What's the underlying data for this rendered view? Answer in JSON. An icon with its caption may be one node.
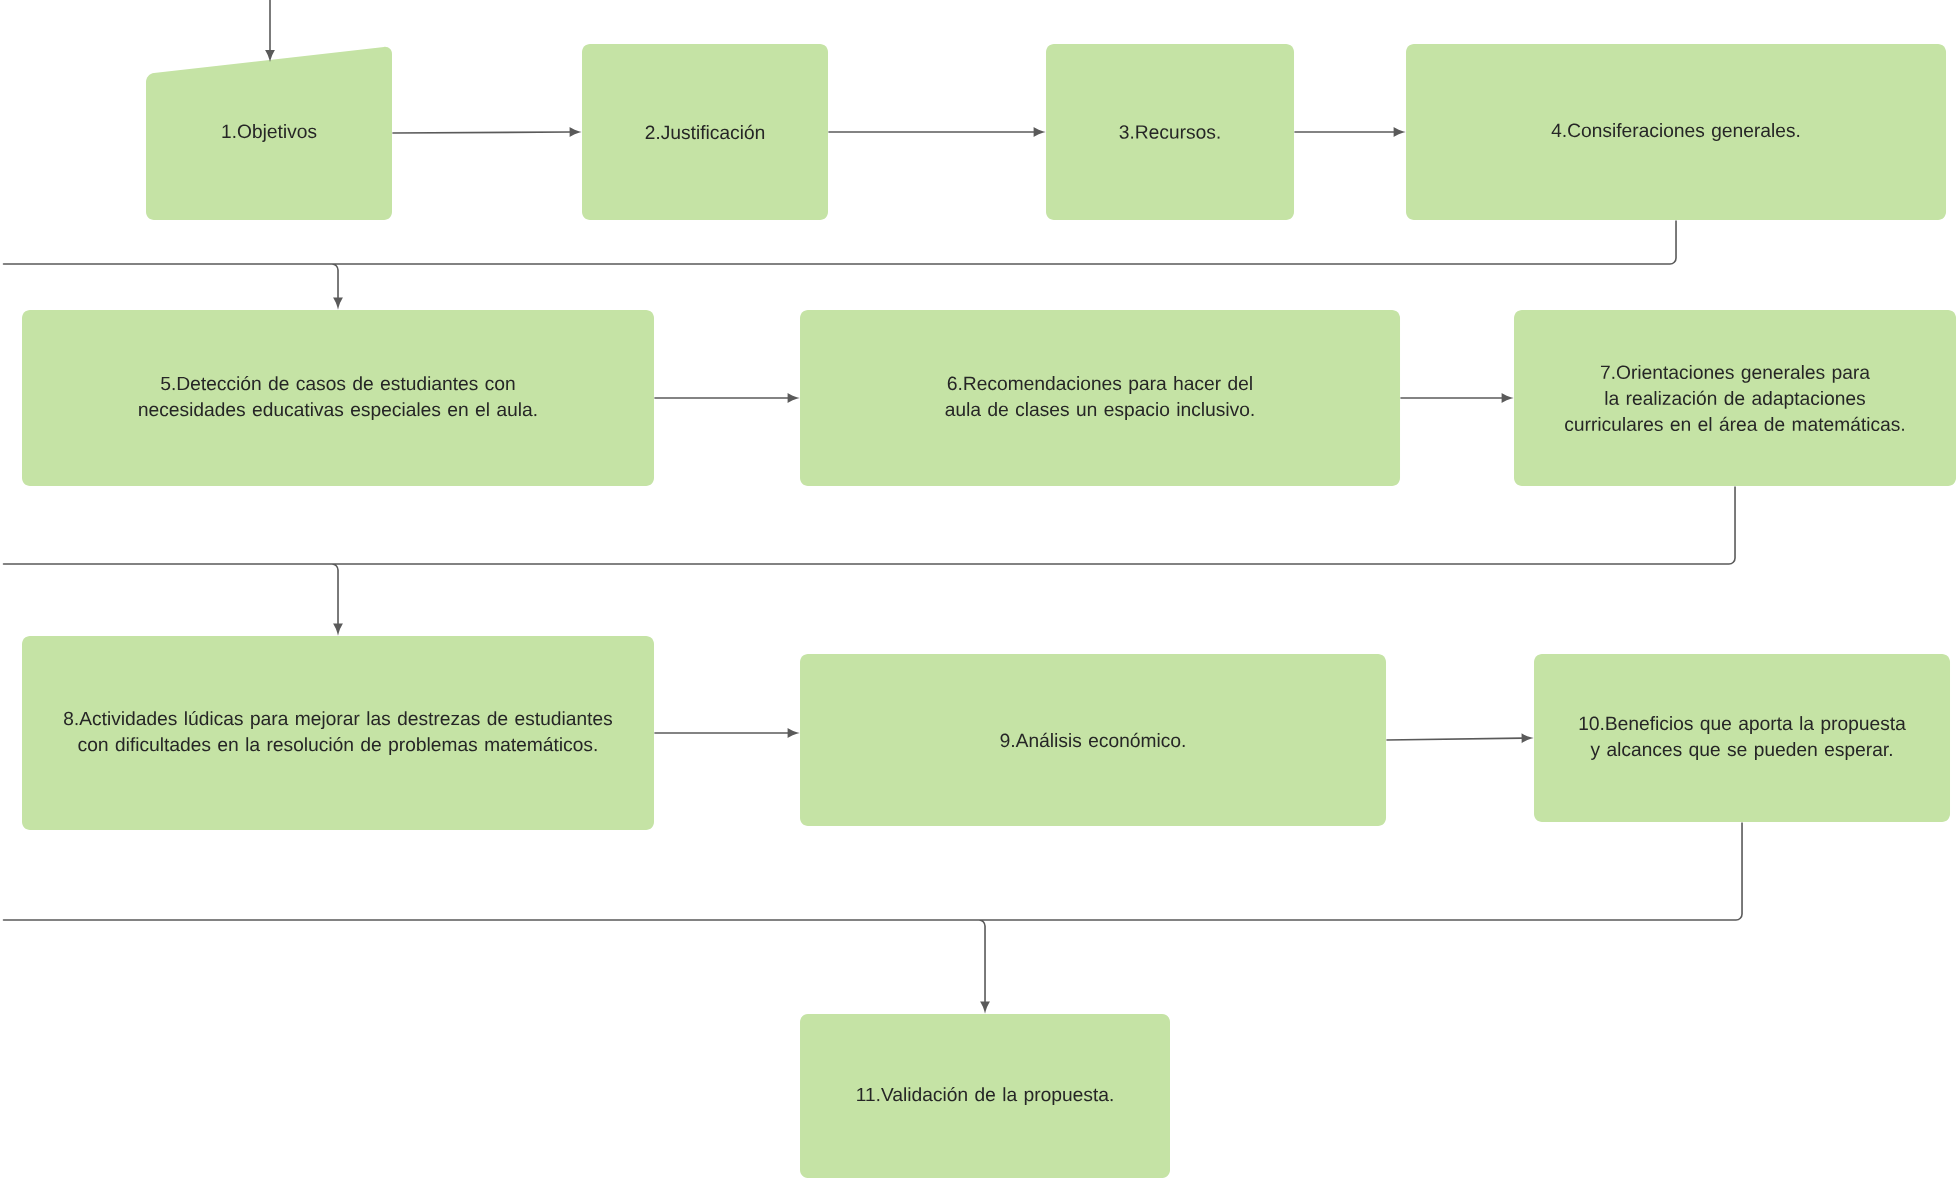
{
  "diagram": {
    "nodes": [
      {
        "text": [
          "1.Objetivos"
        ]
      },
      {
        "text": [
          "2.Justificación"
        ]
      },
      {
        "text": [
          "3.Recursos."
        ]
      },
      {
        "text": [
          "4.Consiferaciones generales."
        ]
      },
      {
        "text": [
          "5.Detección de casos de estudiantes con necesidades educativas especiales en el aula."
        ]
      },
      {
        "text": [
          "6.Recomendaciones para hacer del aula de clases un espacio inclusivo."
        ]
      },
      {
        "text": [
          "7.Orientaciones generales para la realización de adaptaciones curriculares en el área de matemáticas."
        ]
      },
      {
        "text": [
          "8.Actividades lúdicas para mejorar las destrezas de estudiantes con dificultades en la resolución de problemas matemáticos."
        ]
      },
      {
        "text": [
          "9.Análisis económico."
        ]
      },
      {
        "text": [
          "10.Beneficios que aporta la propuesta y alcances que se pueden esperar."
        ]
      },
      {
        "text": [
          "11.Validación de la propuesta."
        ]
      }
    ],
    "edges": [
      {
        "from": null,
        "to": 0,
        "arrow": "to"
      },
      {
        "from": 0,
        "to": 1,
        "arrow": "to"
      },
      {
        "from": 1,
        "to": 2,
        "arrow": "to"
      },
      {
        "from": 2,
        "to": 3,
        "arrow": "to"
      },
      {
        "from": 3,
        "to": 4,
        "arrow": "to"
      },
      {
        "from": 4,
        "to": 5,
        "arrow": "to"
      },
      {
        "from": 5,
        "to": 6,
        "arrow": "to"
      },
      {
        "from": 6,
        "to": 7,
        "arrow": "to"
      },
      {
        "from": 7,
        "to": 8,
        "arrow": "to"
      },
      {
        "from": 8,
        "to": 9,
        "arrow": "to"
      },
      {
        "from": 9,
        "to": 10,
        "arrow": "to"
      }
    ]
  }
}
